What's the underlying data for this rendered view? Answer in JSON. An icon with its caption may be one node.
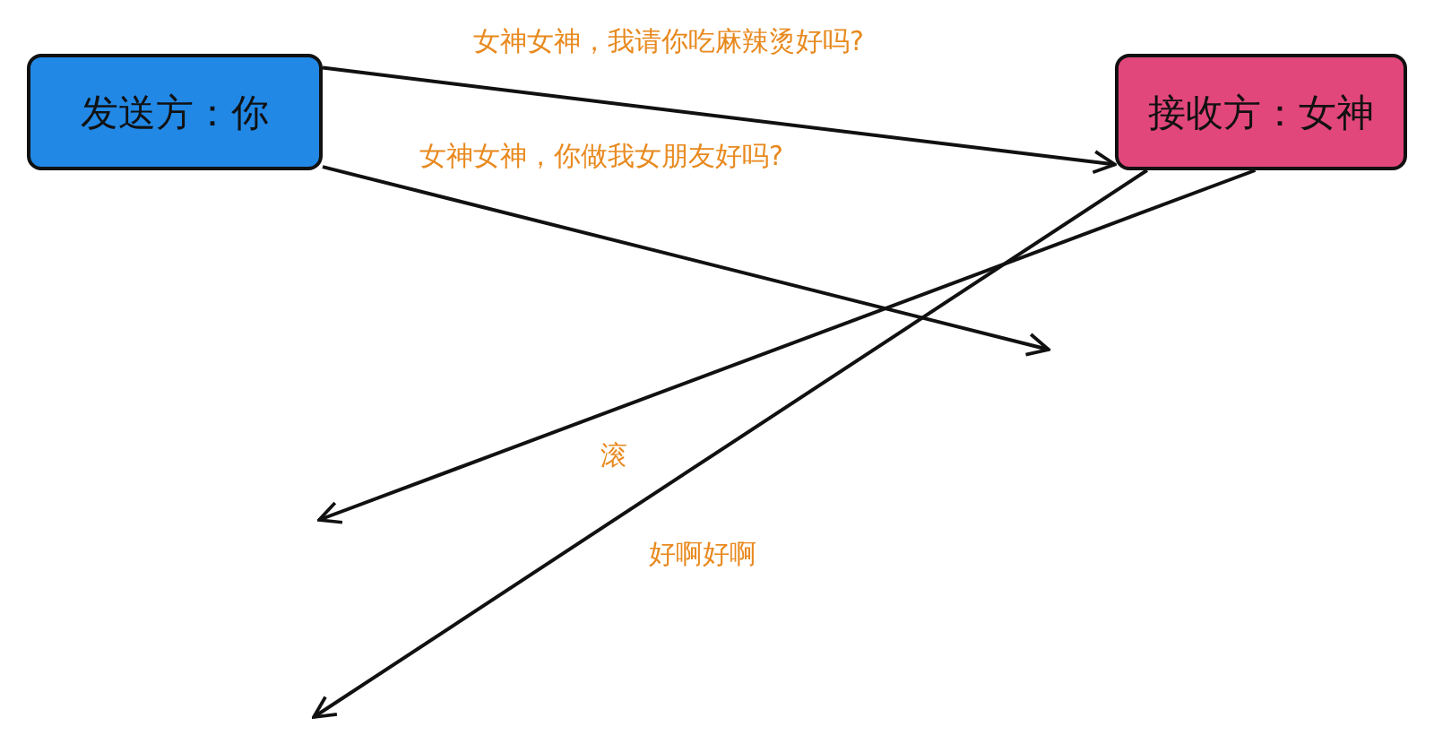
{
  "diagram": {
    "nodes": [
      {
        "text": [
          "发送方：你"
        ]
      },
      {
        "text": [
          "接收方：女神"
        ]
      }
    ],
    "edges": [
      {
        "from": 0,
        "to": 1,
        "arrow": "to",
        "label": "女神女神，我请你吃麻辣烫好吗?"
      },
      {
        "from": 0,
        "to": null,
        "arrow": "to",
        "label": "女神女神，你做我女朋友好吗?"
      },
      {
        "from": 1,
        "to": null,
        "arrow": "to",
        "label": "滚"
      },
      {
        "from": 1,
        "to": null,
        "arrow": "to",
        "label": "好啊好啊"
      }
    ]
  }
}
